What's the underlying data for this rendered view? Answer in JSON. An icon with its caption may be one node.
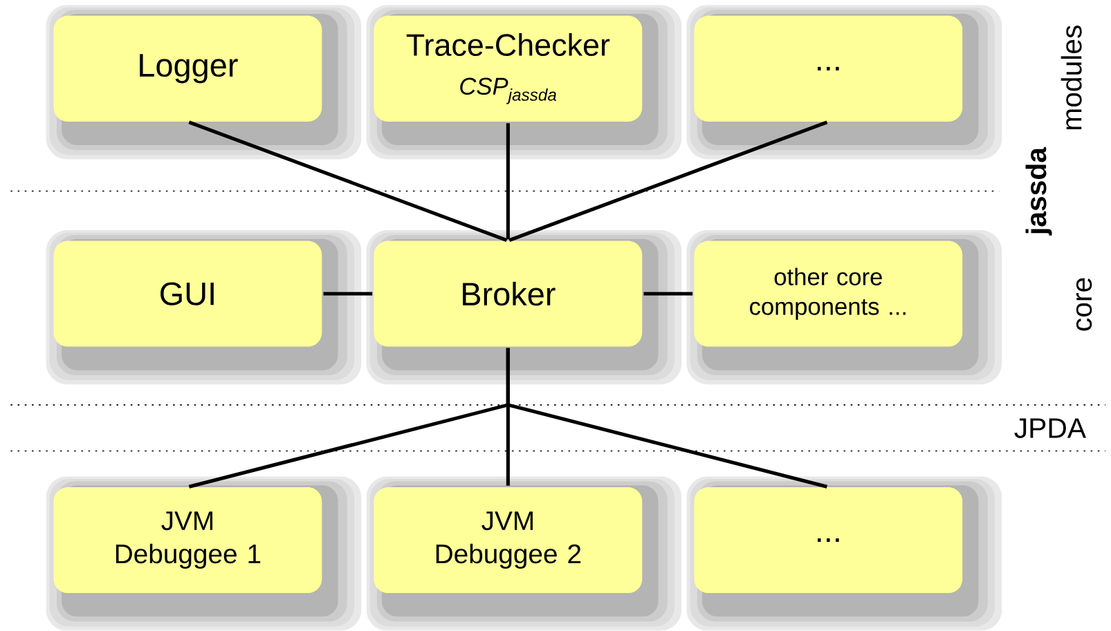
{
  "diagram": {
    "nodes": [
      {
        "text": [
          "Logger"
        ]
      },
      {
        "text": [
          "Trace-Checker",
          "CSP$_{jassda}$"
        ]
      },
      {
        "text": [
          "..."
        ]
      },
      {
        "text": [
          "GUI"
        ]
      },
      {
        "text": [
          "Broker"
        ]
      },
      {
        "text": [
          "other core components ..."
        ]
      },
      {
        "text": [
          "JVM Debuggee 1"
        ]
      },
      {
        "text": [
          "JVM Debuggee 2"
        ]
      },
      {
        "text": [
          "..."
        ]
      }
    ],
    "edges": [
      {
        "from": 0,
        "to": 4,
        "arrow": "none"
      },
      {
        "from": 1,
        "to": 4,
        "arrow": "none"
      },
      {
        "from": 2,
        "to": 4,
        "arrow": "none"
      },
      {
        "from": 3,
        "to": 4,
        "arrow": "none"
      },
      {
        "from": 4,
        "to": 5,
        "arrow": "none"
      },
      {
        "from": 4,
        "to": 6,
        "arrow": "none"
      },
      {
        "from": 4,
        "to": 7,
        "arrow": "none"
      },
      {
        "from": 4,
        "to": 8,
        "arrow": "none"
      }
    ],
    "labels": [
      "modules",
      "jassda",
      "core",
      "JPDA"
    ]
  }
}
